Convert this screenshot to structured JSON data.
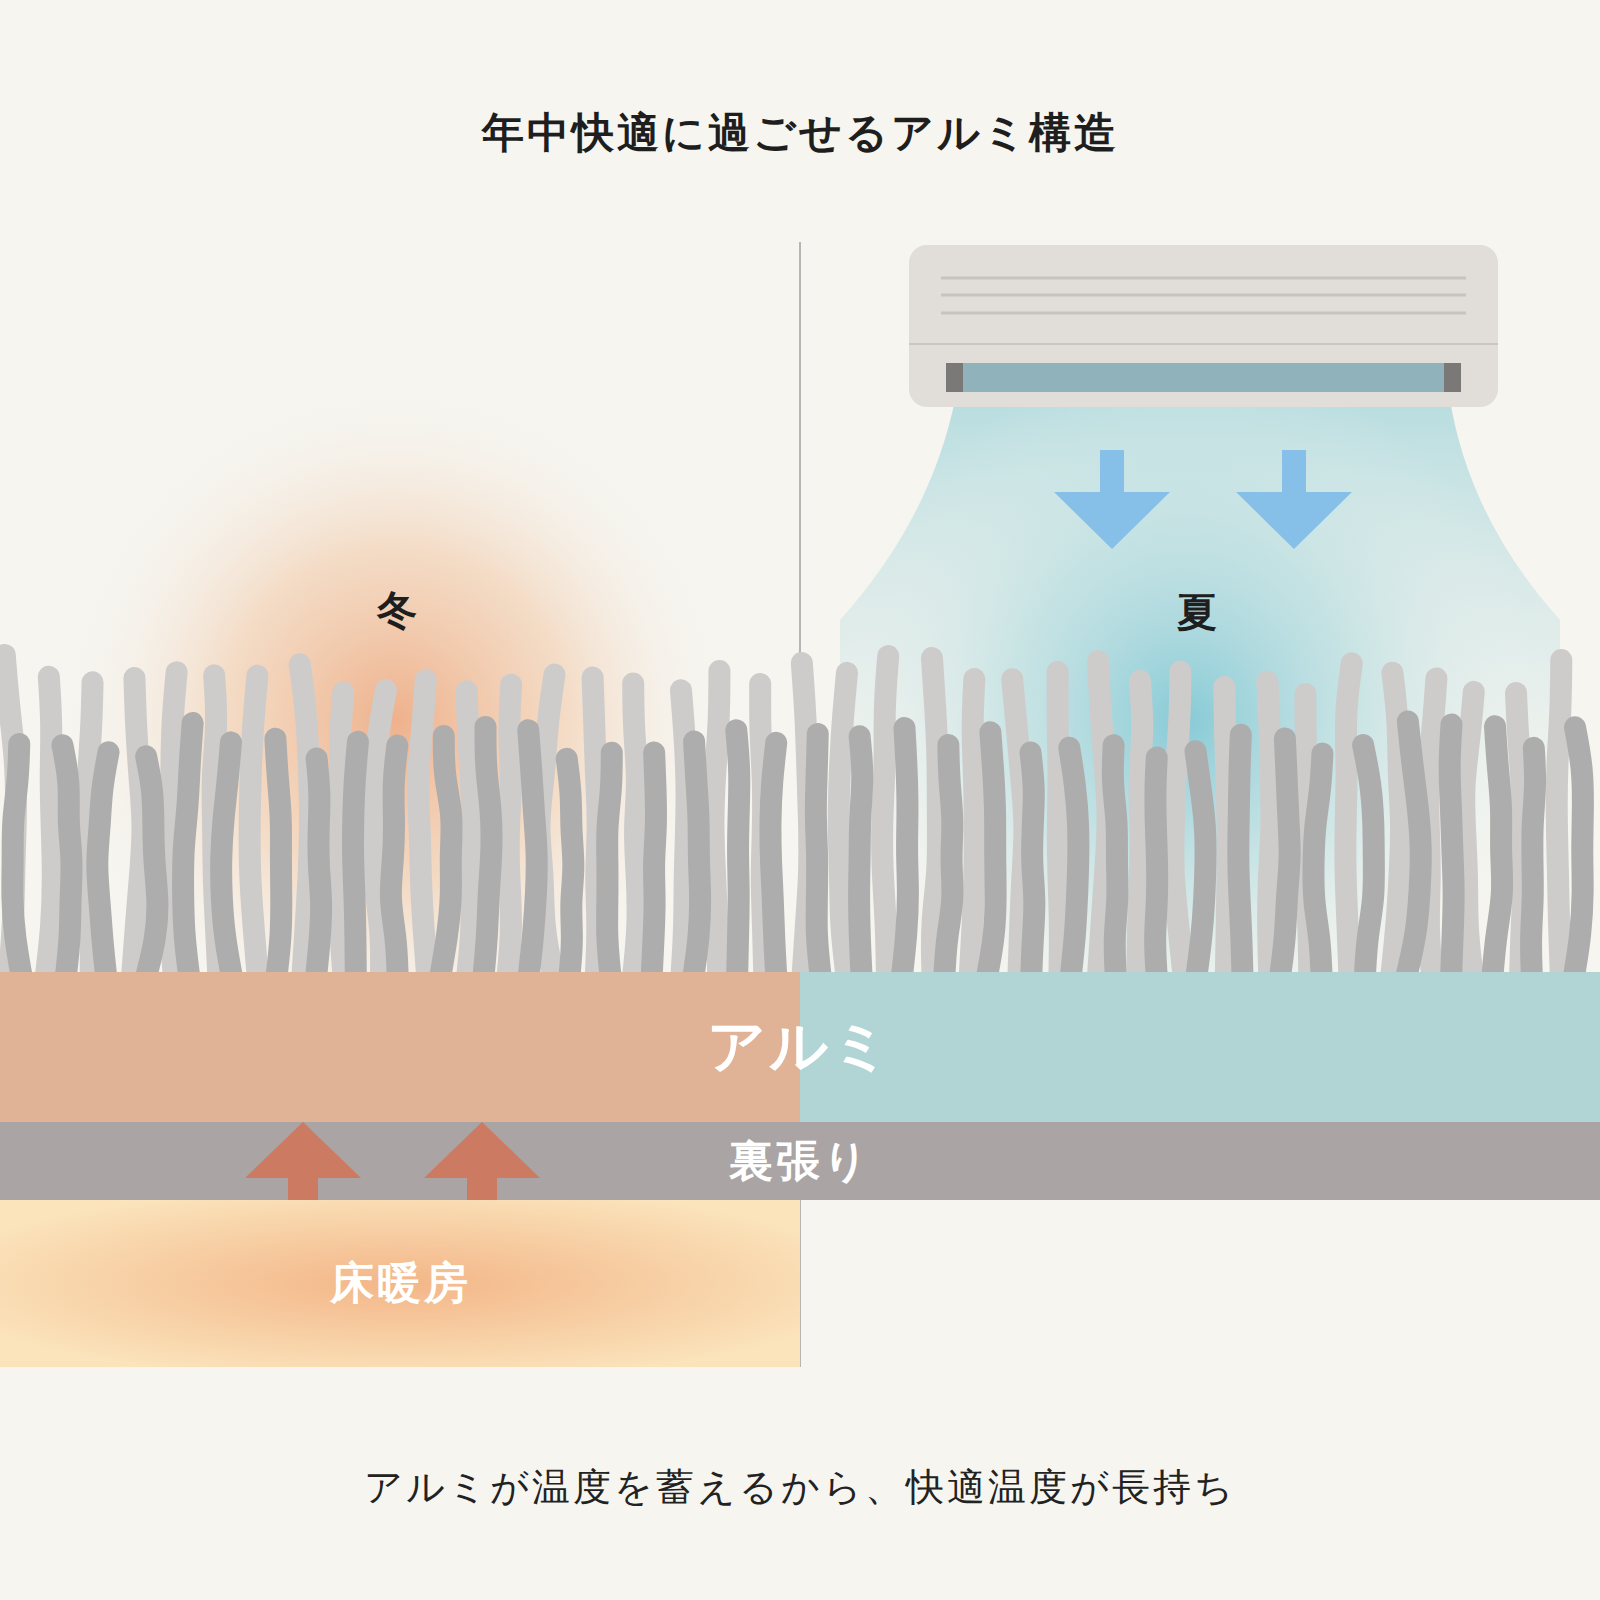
{
  "diagram": {
    "title": "年中快適に過ごせるアルミ構造",
    "caption": "アルミが温度を蓄えるから、快適温度が長持ち",
    "nodes": [
      {
        "text": [
          "アルミ"
        ]
      },
      {
        "text": [
          "裏張り"
        ]
      },
      {
        "text": [
          "床暖房"
        ]
      }
    ],
    "edges": [
      {
        "from": 2,
        "to": 0,
        "arrow": "to"
      },
      {
        "from": 2,
        "to": 0,
        "arrow": "to"
      }
    ],
    "labels": [
      "冬",
      "夏"
    ]
  }
}
